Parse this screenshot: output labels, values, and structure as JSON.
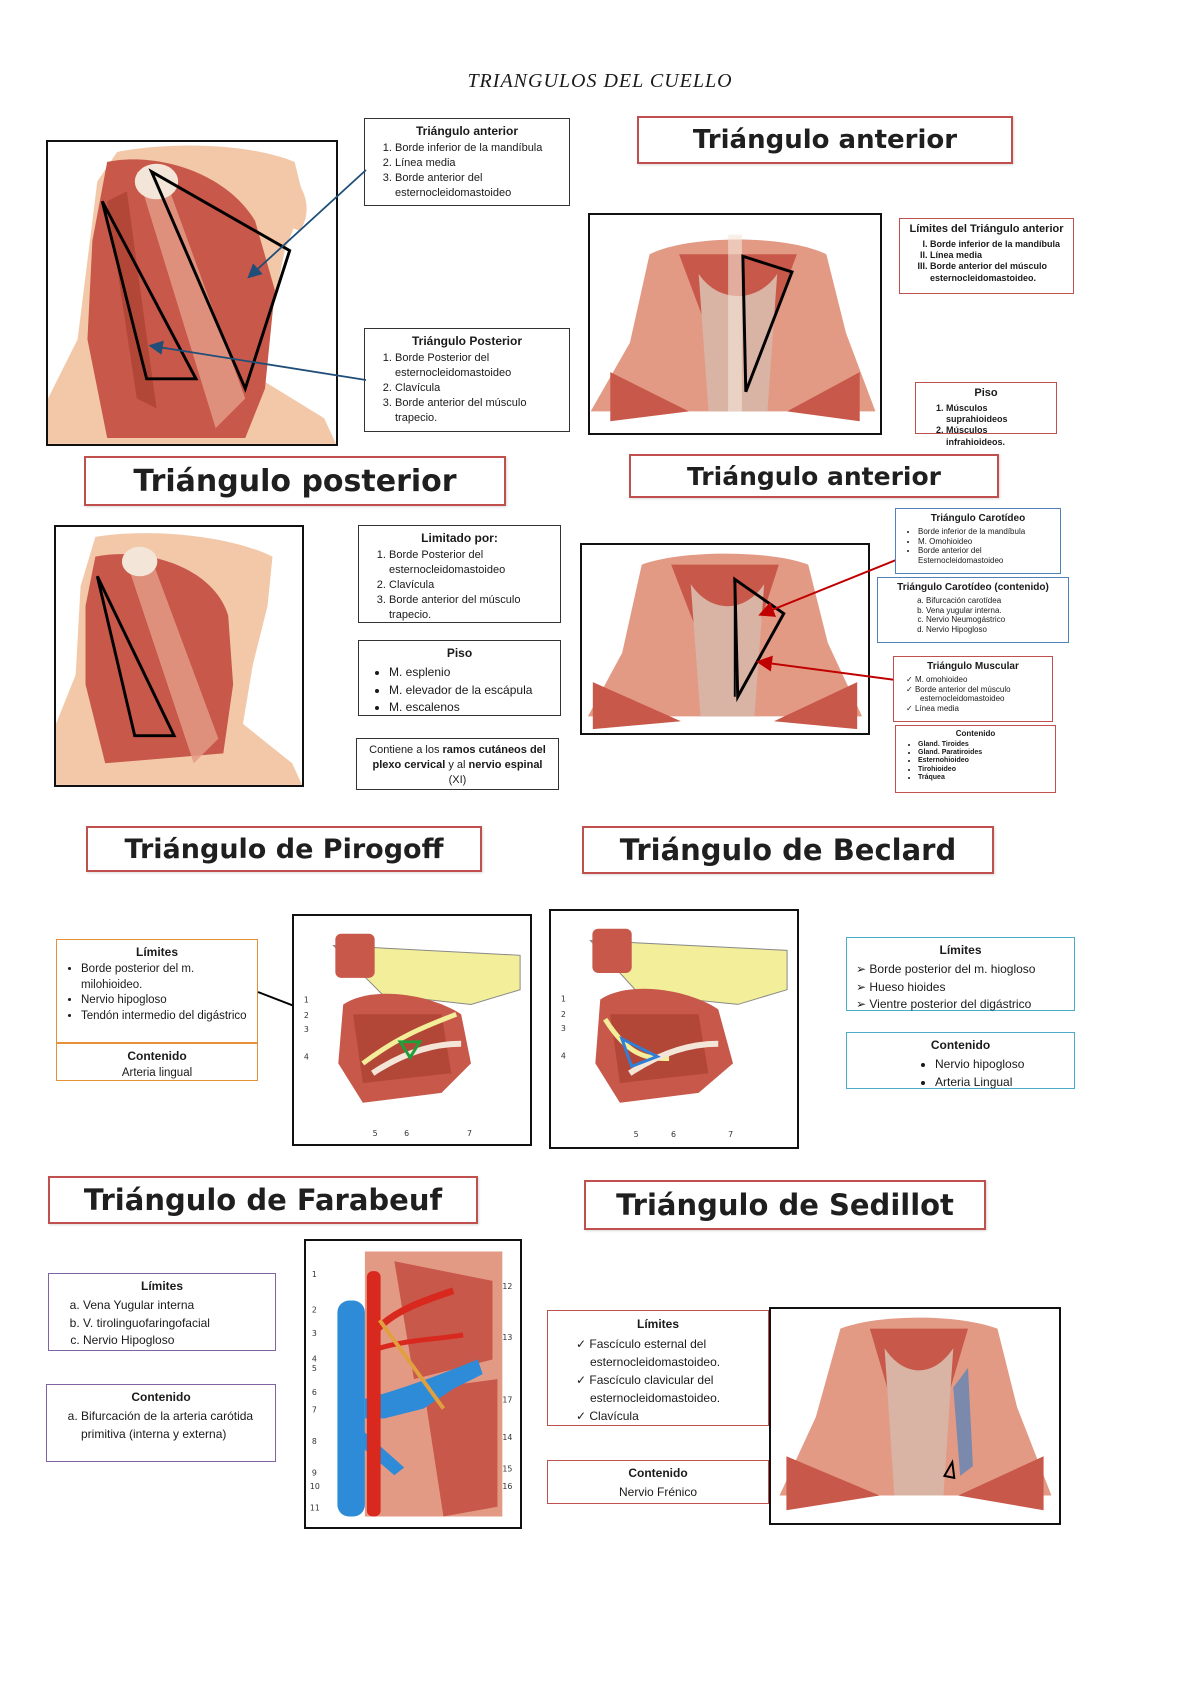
{
  "title": "TRIANGULOS DEL CUELLO",
  "section1": {
    "anterior_box": {
      "heading": "Triángulo anterior",
      "items": [
        "Borde inferior de la mandíbula",
        "Línea media",
        "Borde anterior del esternocleidomastoideo"
      ]
    },
    "posterior_box": {
      "heading": "Triángulo Posterior",
      "items": [
        "Borde Posterior del esternocleidomastoideo",
        "Clavícula",
        "Borde anterior del músculo trapecio."
      ]
    },
    "banner": "Triángulo anterior",
    "limits_box": {
      "heading": "Límites del Triángulo anterior",
      "items": [
        "Borde inferior de la mandíbula",
        "Línea media",
        "Borde anterior del músculo esternocleidomastoideo."
      ]
    },
    "floor_box": {
      "heading": "Piso",
      "items": [
        "Músculos suprahioideos",
        "Músculos infrahioideos."
      ]
    }
  },
  "section2": {
    "banner_left": "Triángulo posterior",
    "banner_right": "Triángulo anterior",
    "limited_box": {
      "heading": "Limitado por:",
      "items": [
        "Borde Posterior del esternocleidomastoideo",
        "Clavícula",
        "Borde anterior del músculo trapecio."
      ]
    },
    "floor_box": {
      "heading": "Piso",
      "items": [
        "M. esplenio",
        "M. elevador de la escápula",
        "M. escalenos"
      ]
    },
    "contains_box": {
      "prefix": "Contiene a los ",
      "bold1": "ramos cutáneos del plexo cervical",
      "mid": " y al ",
      "bold2": "nervio espinal",
      "suffix": " (XI)"
    },
    "carotid_box": {
      "heading": "Triángulo Carotídeo",
      "items": [
        "Borde inferior de la mandíbula",
        "M. Omohioideo",
        "Borde anterior del Esternocleidomastoideo"
      ]
    },
    "carotid_content_box": {
      "heading": "Triángulo Carotídeo (contenido)",
      "items": [
        "Bifurcación carotídea",
        "Vena yugular interna.",
        "Nervio Neumogástrico",
        "Nervio Hipogloso"
      ]
    },
    "muscular_box": {
      "heading": "Triángulo Muscular",
      "items": [
        "M. omohioideo",
        "Borde anterior del músculo esternocleidomastoideo",
        "Línea media"
      ]
    },
    "muscular_content_box": {
      "heading": "Contenido",
      "items": [
        "Gland. Tiroides",
        "Gland. Paratiroides",
        "Esternohioideo",
        "Tirohioideo",
        "Tráquea"
      ]
    }
  },
  "section3": {
    "banner_left": "Triángulo de Pirogoff",
    "banner_right": "Triángulo de Beclard",
    "pirogoff_limits": {
      "heading": "Límites",
      "items": [
        "Borde posterior del m. milohioideo.",
        "Nervio hipogloso",
        "Tendón intermedio del digástrico"
      ]
    },
    "pirogoff_content": {
      "heading": "Contenido",
      "text": "Arteria lingual"
    },
    "beclard_limits": {
      "heading": "Límites",
      "items": [
        "Borde posterior del m. hiogloso",
        "Hueso hioides",
        "Vientre posterior del digástrico"
      ]
    },
    "beclard_content": {
      "heading": "Contenido",
      "items": [
        "Nervio hipogloso",
        "Arteria Lingual"
      ]
    },
    "fig_numbers_left": [
      "1",
      "2",
      "3",
      "4"
    ],
    "fig_numbers_bottom": [
      "5",
      "6",
      "7"
    ]
  },
  "section4": {
    "banner_left": "Triángulo de Farabeuf",
    "banner_right": "Triángulo de Sedillot",
    "farabeuf_limits": {
      "heading": "Límites",
      "items": [
        "Vena Yugular interna",
        "V. tirolinguofaringofacial",
        "Nervio Hipogloso"
      ]
    },
    "farabeuf_content": {
      "heading": "Contenido",
      "items": [
        "Bifurcación de la arteria carótida primitiva (interna y externa)"
      ]
    },
    "fig_numbers_left": [
      "1",
      "2",
      "3",
      "4",
      "5",
      "6",
      "7",
      "8",
      "9",
      "10",
      "11"
    ],
    "fig_numbers_right": [
      "12",
      "13",
      "17",
      "14",
      "15",
      "16"
    ],
    "sedillot_limits": {
      "heading": "Límites",
      "items": [
        "Fascículo esternal del esternocleidomastoideo.",
        "Fascículo clavicular del esternocleidomastoideo.",
        "Clavícula"
      ]
    },
    "sedillot_content": {
      "heading": "Contenido",
      "text": "Nervio Frénico"
    }
  },
  "colors": {
    "muscle": "#c8584a",
    "muscle_light": "#e39a85",
    "skin": "#f2c8a8",
    "bone": "#f3ee9a",
    "vein": "#2e8bd8",
    "artery": "#d9281e",
    "frame": "#c0504d"
  }
}
